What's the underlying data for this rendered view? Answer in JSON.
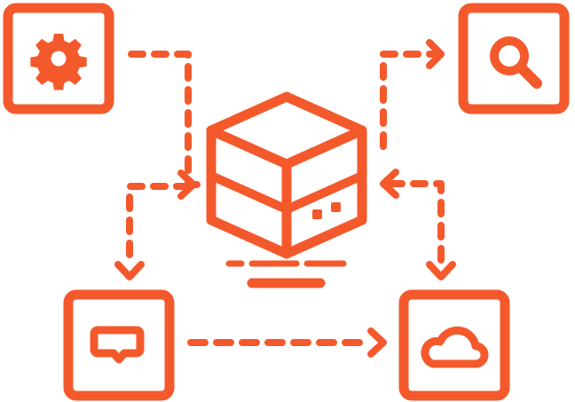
{
  "colors": {
    "accent": "#F4592C",
    "background": "#FFFFFF"
  },
  "nodes": [
    {
      "id": "settings",
      "icon": "gear-icon"
    },
    {
      "id": "search",
      "icon": "magnifier-icon"
    },
    {
      "id": "server",
      "icon": "server-cube-icon"
    },
    {
      "id": "chat",
      "icon": "chat-bubble-icon"
    },
    {
      "id": "cloud",
      "icon": "cloud-icon"
    }
  ],
  "connections": [
    {
      "from": "settings",
      "to": "server"
    },
    {
      "from": "server",
      "to": "search"
    },
    {
      "from": "server",
      "to": "chat",
      "bidirectional": true
    },
    {
      "from": "cloud",
      "to": "server",
      "bidirectional": true
    },
    {
      "from": "chat",
      "to": "cloud"
    }
  ]
}
